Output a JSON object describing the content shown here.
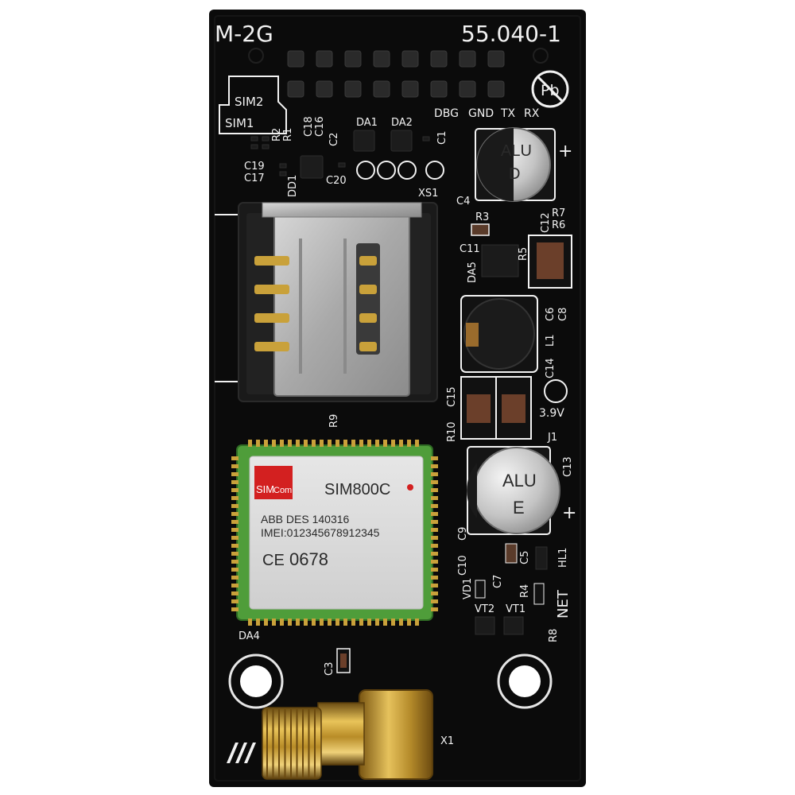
{
  "board": {
    "model": "M-2G",
    "part_number": "55.040-1",
    "pb_free_mark": "Pb",
    "colors": {
      "pcb": "#0b0b0b",
      "silkscreen": "#f2f2f2",
      "gold": "#c9a13a",
      "module_green": "#4f9d3a",
      "module_face": "#d9d9d9",
      "capacitor": "#bfbfbf"
    }
  },
  "labels": {
    "sim2": "SIM2",
    "sim1": "SIM1",
    "dbg": "DBG",
    "gnd": "GND",
    "tx": "TX",
    "rx": "RX",
    "r2": "R2",
    "r1": "R1",
    "c18": "C18",
    "c16": "C16",
    "c2": "C2",
    "da1": "DA1",
    "da2": "DA2",
    "c1": "C1",
    "c19": "C19",
    "c17": "C17",
    "dd1": "DD1",
    "c20": "C20",
    "xs1": "XS1",
    "c4": "C4",
    "r3": "R3",
    "c12": "C12",
    "r7": "R7",
    "r6": "R6",
    "c11": "C11",
    "r5": "R5",
    "da5": "DA5",
    "c6": "C6",
    "c8": "C8",
    "l1": "L1",
    "c14": "C14",
    "c15": "C15",
    "v39": "3.9V",
    "r9": "R9",
    "r10": "R10",
    "j1": "J1",
    "c13": "C13",
    "c9": "C9",
    "c10": "C10",
    "c5": "C5",
    "c7": "C7",
    "hl1": "HL1",
    "vd1": "VD1",
    "r4": "R4",
    "net": "NET",
    "vt2": "VT2",
    "vt1": "VT1",
    "r8": "R8",
    "da4": "DA4",
    "c3": "C3",
    "x1": "X1",
    "plus": "+"
  },
  "capacitors": {
    "c4": {
      "line1": "ALU",
      "line2": "D"
    },
    "c13": {
      "line1": "ALU",
      "line2": "E"
    }
  },
  "module": {
    "brand_sim": "SIM",
    "brand_com": "Com",
    "model": "SIM800C",
    "batch": "ABB DES 140316",
    "imei": "IMEI:012345678912345",
    "ce_mark": "CE",
    "cert_number": "0678"
  },
  "icons": [
    "pb-free-icon",
    "brand-logo-icon",
    "ce-mark-icon"
  ]
}
